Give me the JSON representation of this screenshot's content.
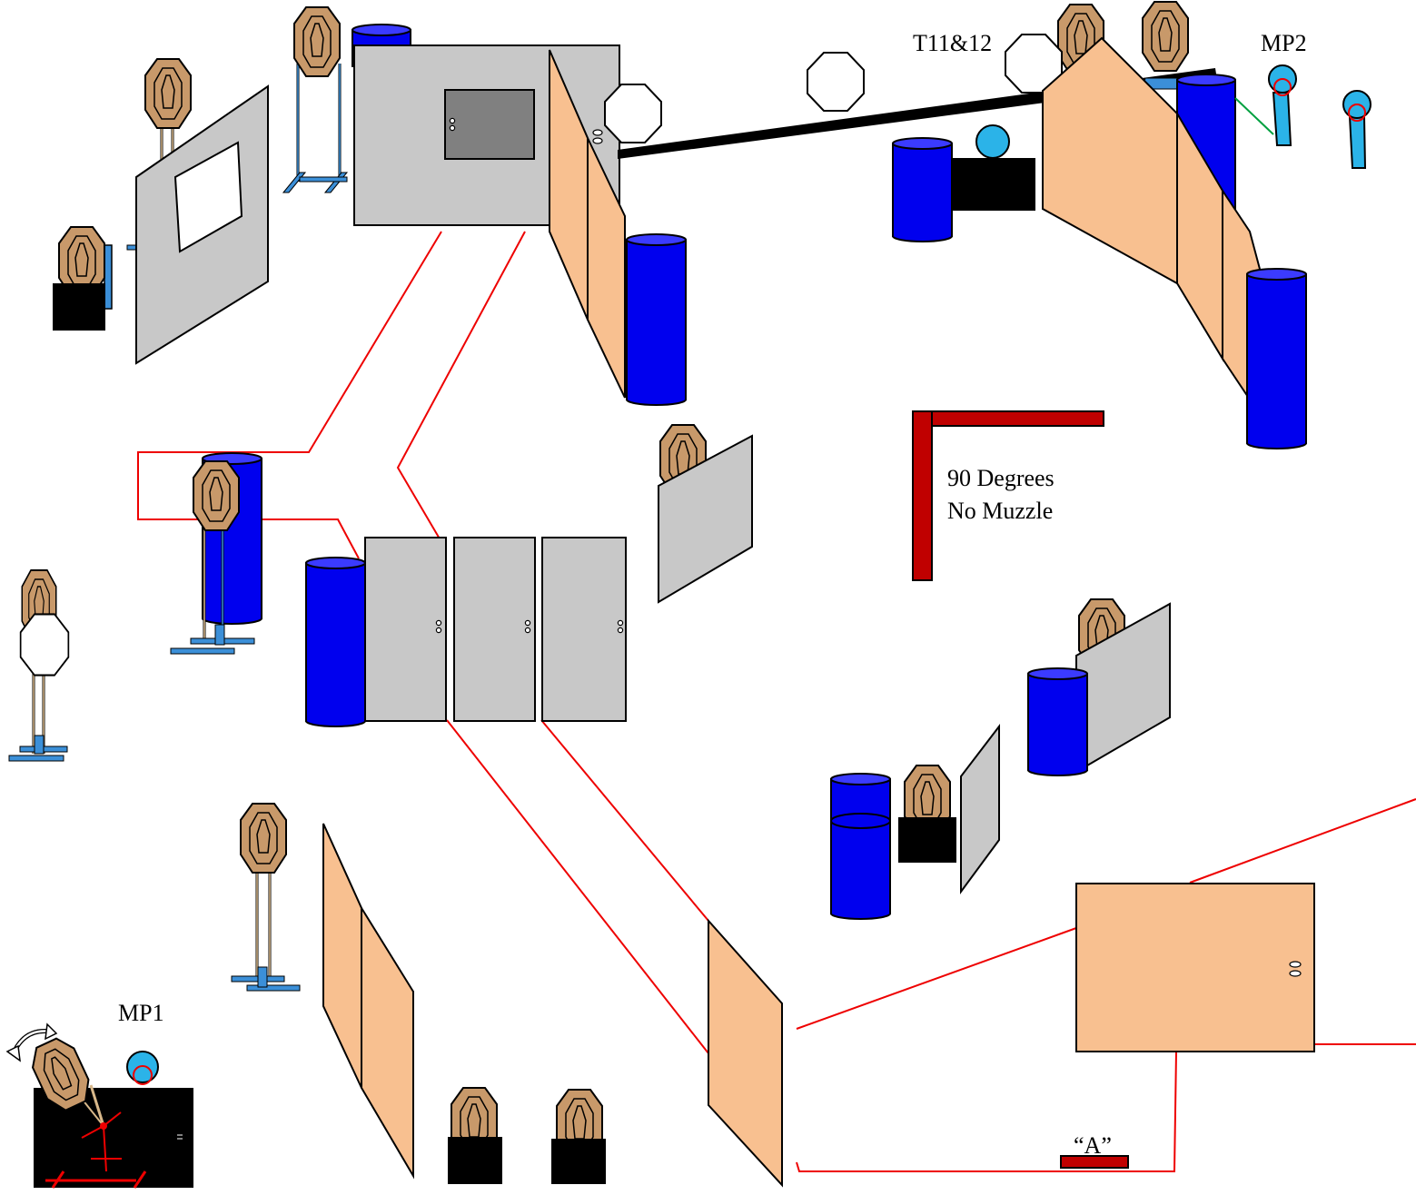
{
  "labels": {
    "t11_12": "T11&12",
    "mp2": "MP2",
    "mp1": "MP1",
    "degrees_line1": "90 Degrees",
    "degrees_line2": "No Muzzle",
    "a_mark": "“A”"
  },
  "colors": {
    "paper_target": "#c8996a",
    "steel_target": "#ffffff",
    "barrel": "#0000ee",
    "barrel_top": "#3b3bff",
    "wall_tan": "#f8c090",
    "wall_gray": "#c8c8c8",
    "fault_line": "#ee0000",
    "fault_bar": "#c00000",
    "black": "#000000",
    "stand_blue": "#3b8fd8",
    "popper": "#2bb3e8"
  }
}
